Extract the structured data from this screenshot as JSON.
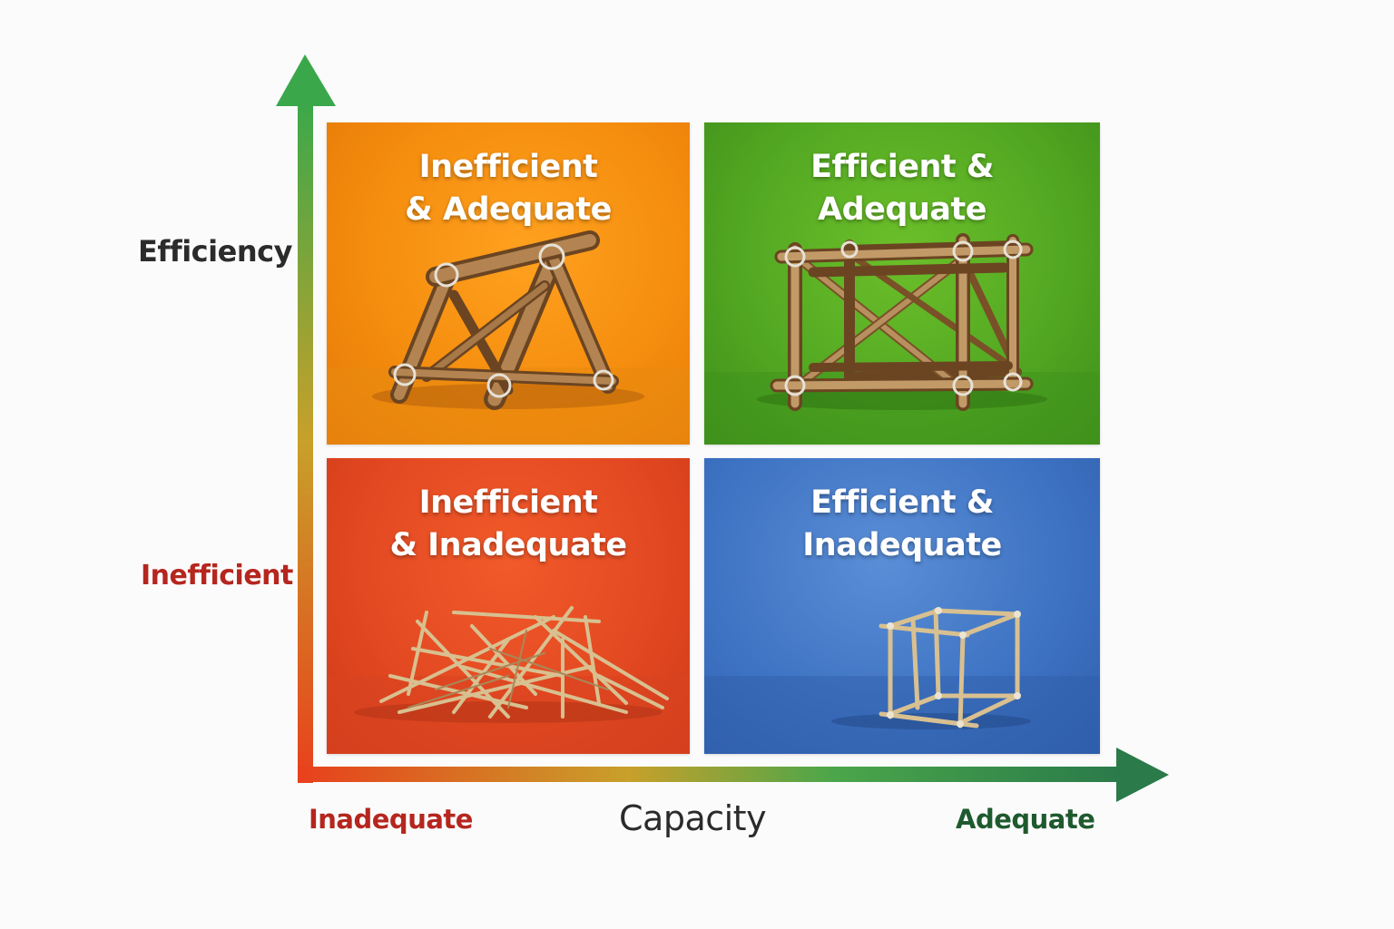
{
  "axes": {
    "y_axis_title": "Efficiency",
    "y_low_label": "Inefficient",
    "x_axis_title": "Capacity",
    "x_low_label": "Inadequate",
    "x_high_label": "Adequate",
    "colors": {
      "low": "#e8401c",
      "mid": "#c8a02a",
      "high": "#3aa84a",
      "x_high": "#2a7a4a"
    }
  },
  "quadrants": {
    "top_left": {
      "title_line1": "Inefficient",
      "title_line2": "& Adequate",
      "color": "#f58d0e",
      "illustration": "heavy-log-a-frame-structure"
    },
    "top_right": {
      "title_line1": "Efficient &",
      "title_line2": "Adequate",
      "color": "#53a922",
      "illustration": "braced-log-cube-structure"
    },
    "bottom_left": {
      "title_line1": "Inefficient",
      "title_line2": "& Inadequate",
      "color": "#e44a22",
      "illustration": "collapsed-stick-pile"
    },
    "bottom_right": {
      "title_line1": "Efficient &",
      "title_line2": "Inadequate",
      "color": "#3f74c4",
      "illustration": "small-stick-cube-frame"
    }
  }
}
